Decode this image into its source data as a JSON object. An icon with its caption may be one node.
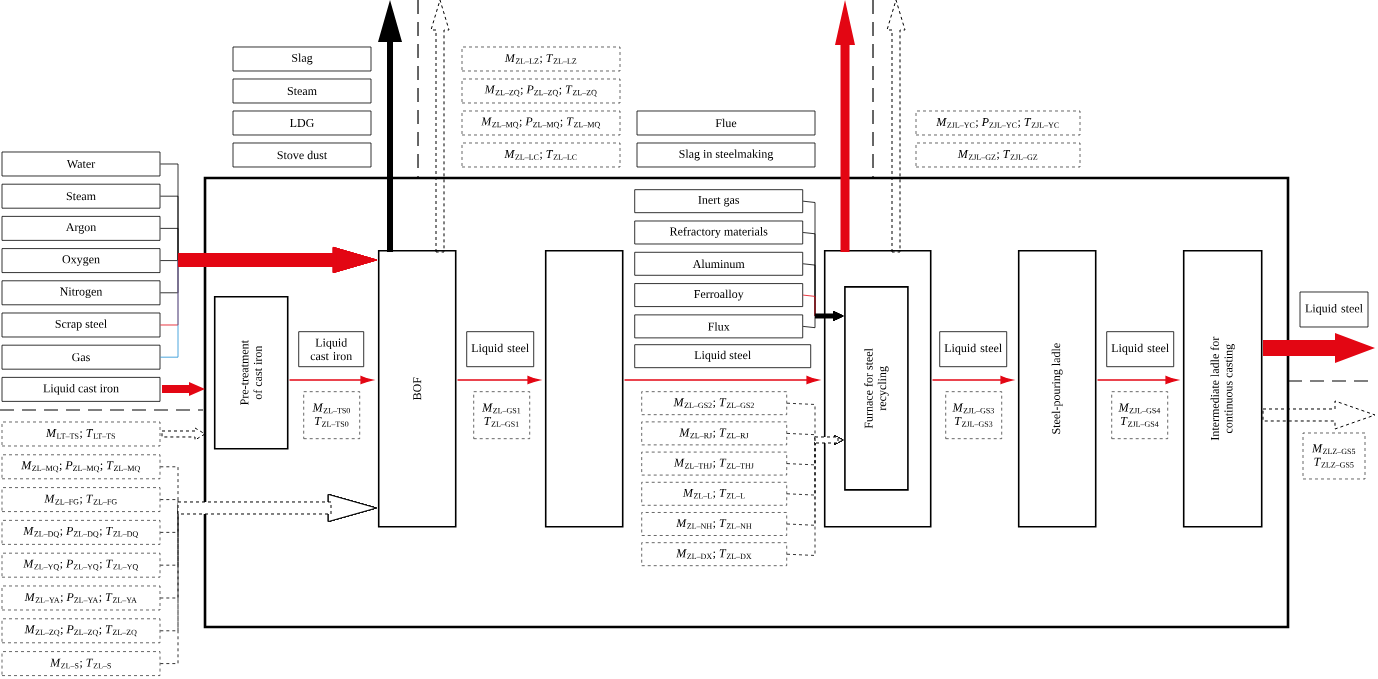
{
  "diagram": {
    "nodes": [
      {
        "text": [],
        "shape": "box"
      },
      {
        "text": [
          "Water"
        ]
      },
      {
        "text": [
          "Steam"
        ]
      },
      {
        "text": [
          "Argon"
        ]
      },
      {
        "text": [
          "Oxygen"
        ]
      },
      {
        "text": [
          "Nitrogen"
        ]
      },
      {
        "text": [
          "Scrap steel"
        ]
      },
      {
        "text": [
          "Gas"
        ]
      },
      {
        "text": [
          "Liquid cast iron"
        ]
      },
      {
        "text": [
          "*M*$_{LT–TS}$; *T*$_{LT–TS}$"
        ]
      },
      {
        "text": [
          "*M*$_{ZL–MQ}$; *P*$_{ZL–MQ}$; *T*$_{ZL–MQ}$"
        ]
      },
      {
        "text": [
          "*M*$_{ZL–FG}$; *T*$_{ZL–FG}$"
        ]
      },
      {
        "text": [
          "*M*$_{ZL–DQ}$; *P*$_{ZL–DQ}$; *T*$_{ZL–DQ}$"
        ]
      },
      {
        "text": [
          "*M*$_{ZL–YQ}$; *P*$_{ZL–YQ}$; *T*$_{ZL–YQ}$"
        ]
      },
      {
        "text": [
          "*M*$_{ZL–YA}$; *P*$_{ZL–YA}$; *T*$_{ZL–YA}$"
        ]
      },
      {
        "text": [
          "*M*$_{ZL–ZQ}$; *P*$_{ZL–ZQ}$; *T*$_{ZL–ZQ}$"
        ]
      },
      {
        "text": [
          "*M*$_{ZL–S}$; *T*$_{ZL–S}$"
        ]
      },
      {
        "text": [
          "Slag"
        ]
      },
      {
        "text": [
          "Steam"
        ]
      },
      {
        "text": [
          "LDG"
        ]
      },
      {
        "text": [
          "Stove dust"
        ]
      },
      {
        "text": [
          "*M*$_{ZL–LZ}$; *T*$_{ZL–LZ}$"
        ]
      },
      {
        "text": [
          "*M*$_{ZL–ZQ}$; *P*$_{ZL–ZQ}$; *T*$_{ZL–ZQ}$"
        ]
      },
      {
        "text": [
          "*M*$_{ZL–MQ}$; *P*$_{ZL–MQ}$; *T*$_{ZL–MQ}$"
        ]
      },
      {
        "text": [
          "*M*$_{ZL–LC}$; *T*$_{ZL–LC}$"
        ]
      },
      {
        "text": [
          "Flue"
        ]
      },
      {
        "text": [
          "Slag in steelmaking"
        ]
      },
      {
        "text": [
          "*M*$_{ZJL–YC}$; *P*$_{ZJL–YC}$; *T*$_{ZJL–YC}$"
        ]
      },
      {
        "text": [
          "*M*$_{ZJL–GZ}$; *T*$_{ZJL–GZ}$"
        ]
      },
      {
        "text": [
          "Pre-treatment of cast iron"
        ],
        "in": 0
      },
      {
        "text": [
          "Liquid cast iron"
        ],
        "in": 0
      },
      {
        "text": [
          "*M*$_{ZL–TS0}$ *T*$_{ZL–TS0}$"
        ],
        "in": 0
      },
      {
        "text": [
          "BOF"
        ],
        "in": 0
      },
      {
        "text": [
          "Liquid steel"
        ],
        "in": 0
      },
      {
        "text": [
          "*M*$_{ZL–GS1}$ *T*$_{ZL–GS1}$"
        ],
        "in": 0
      },
      {
        "text": [],
        "shape": "box",
        "in": 0
      },
      {
        "text": [
          "Inert gas"
        ],
        "in": 0
      },
      {
        "text": [
          "Refractory materials"
        ],
        "in": 0
      },
      {
        "text": [
          "Aluminum"
        ],
        "in": 0
      },
      {
        "text": [
          "Ferroalloy"
        ],
        "in": 0
      },
      {
        "text": [
          "Flux"
        ],
        "in": 0
      },
      {
        "text": [
          "Liquid steel"
        ],
        "in": 0
      },
      {
        "text": [
          "*M*$_{ZL–GS2}$; *T*$_{ZL–GS2}$"
        ],
        "in": 0
      },
      {
        "text": [
          "*M*$_{ZL–RJ}$; *T*$_{ZL–RJ}$"
        ],
        "in": 0
      },
      {
        "text": [
          "*M*$_{ZL–THJ}$; *T*$_{ZL–THJ}$"
        ],
        "in": 0
      },
      {
        "text": [
          "*M*$_{ZL–L}$; *T*$_{ZL–L}$"
        ],
        "in": 0
      },
      {
        "text": [
          "*M*$_{ZL–NH}$; *T*$_{ZL–NH}$"
        ],
        "in": 0
      },
      {
        "text": [
          "*M*$_{ZL–DX}$; *T*$_{ZL–DX}$"
        ],
        "in": 0
      },
      {
        "text": [],
        "shape": "box",
        "in": 0
      },
      {
        "text": [
          "Furnace for steel recycling"
        ],
        "in": 48
      },
      {
        "text": [
          "Liquid steel"
        ],
        "in": 0
      },
      {
        "text": [
          "*M*$_{ZJL–GS3}$ *T*$_{ZJL–GS3}$"
        ],
        "in": 0
      },
      {
        "text": [
          "Steel-pouring ladle"
        ],
        "in": 0
      },
      {
        "text": [
          "Liquid steel"
        ],
        "in": 0
      },
      {
        "text": [
          "*M*$_{ZJL–GS4}$ *T*$_{ZJL–GS4}$"
        ],
        "in": 0
      },
      {
        "text": [
          "Intermediate ladle for continuous casting"
        ],
        "in": 0
      },
      {
        "text": [
          "Liquid steel"
        ]
      },
      {
        "text": [
          "*M*$_{ZLZ–GS5}$ *T*$_{ZLZ–GS5}$"
        ]
      }
    ],
    "edges": [
      {
        "from": 1,
        "to": 32,
        "arrow": "to"
      },
      {
        "from": 2,
        "to": 32,
        "arrow": "to"
      },
      {
        "from": 3,
        "to": 32,
        "arrow": "to"
      },
      {
        "from": 4,
        "to": 32,
        "arrow": "to"
      },
      {
        "from": 5,
        "to": 32,
        "arrow": "to"
      },
      {
        "from": 6,
        "to": 32,
        "arrow": "to",
        "color": "#e30613"
      },
      {
        "from": 7,
        "to": 32,
        "arrow": "to",
        "color": "#1e8fd6"
      },
      {
        "from": 8,
        "to": 0,
        "arrow": "to",
        "style": "thick",
        "color": "#e30613"
      },
      {
        "from": 9,
        "to": 0,
        "arrow": "to",
        "style": "dashed"
      },
      {
        "from": 10,
        "to": 32,
        "arrow": "to",
        "style": "dashed"
      },
      {
        "from": 11,
        "to": 32,
        "arrow": "to",
        "style": "dashed"
      },
      {
        "from": 12,
        "to": 32,
        "arrow": "to",
        "style": "dashed"
      },
      {
        "from": 13,
        "to": 32,
        "arrow": "to",
        "style": "dashed"
      },
      {
        "from": 14,
        "to": 32,
        "arrow": "to",
        "style": "dashed"
      },
      {
        "from": 15,
        "to": 32,
        "arrow": "to",
        "style": "dashed"
      },
      {
        "from": 16,
        "to": 32,
        "arrow": "to",
        "style": "dashed"
      },
      {
        "from": 29,
        "to": 32,
        "arrow": "to",
        "color": "#e30613"
      },
      {
        "from": 32,
        "to": 35,
        "arrow": "to",
        "color": "#e30613"
      },
      {
        "from": 35,
        "to": 48,
        "arrow": "to",
        "color": "#e30613"
      },
      {
        "from": 48,
        "to": 52,
        "arrow": "to",
        "color": "#e30613"
      },
      {
        "from": 52,
        "to": 55,
        "arrow": "to",
        "color": "#e30613"
      },
      {
        "from": 55,
        "to": null,
        "arrow": "to",
        "style": "thick",
        "color": "#e30613"
      },
      {
        "from": 55,
        "to": null,
        "arrow": "to",
        "style": "dashed"
      },
      {
        "from": 32,
        "to": null,
        "arrow": "to",
        "style": "thick"
      },
      {
        "from": 32,
        "to": null,
        "arrow": "to",
        "style": "dashed"
      },
      {
        "from": 48,
        "to": null,
        "arrow": "to",
        "style": "thick",
        "color": "#e30613"
      },
      {
        "from": 48,
        "to": null,
        "arrow": "to",
        "style": "dashed"
      },
      {
        "from": 36,
        "to": 49,
        "arrow": "to"
      },
      {
        "from": 37,
        "to": 49,
        "arrow": "to"
      },
      {
        "from": 38,
        "to": 49,
        "arrow": "to"
      },
      {
        "from": 39,
        "to": 49,
        "arrow": "to",
        "color": "#e30613"
      },
      {
        "from": 40,
        "to": 49,
        "arrow": "to"
      },
      {
        "from": 42,
        "to": 49,
        "arrow": "to",
        "style": "dashed"
      },
      {
        "from": 43,
        "to": 49,
        "arrow": "to",
        "style": "dashed"
      },
      {
        "from": 44,
        "to": 49,
        "arrow": "to",
        "style": "dashed"
      },
      {
        "from": 45,
        "to": 49,
        "arrow": "to",
        "style": "dashed"
      },
      {
        "from": 46,
        "to": 49,
        "arrow": "to",
        "style": "dashed"
      },
      {
        "from": 47,
        "to": 49,
        "arrow": "to",
        "style": "dashed"
      }
    ]
  }
}
